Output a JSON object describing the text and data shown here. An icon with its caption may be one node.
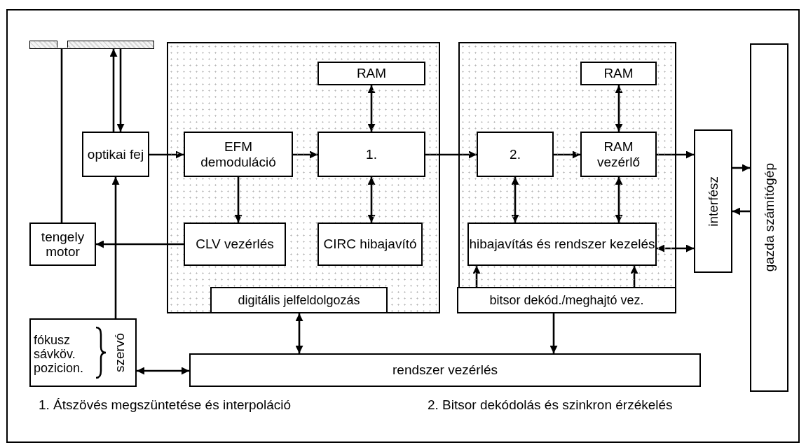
{
  "diagram": {
    "nodes": [
      {
        "text": [],
        "shape": "bar"
      },
      {
        "text": [
          "optikai fej"
        ]
      },
      {
        "text": [
          "tengely motor"
        ]
      },
      {
        "text": [
          "fókusz sávköv. pozicion.",
          "szervó"
        ]
      },
      {
        "text": [],
        "shape": "box"
      },
      {
        "text": [
          "EFM demoduláció"
        ],
        "in": 4
      },
      {
        "text": [
          "RAM"
        ],
        "in": 4
      },
      {
        "text": [
          "1."
        ],
        "in": 4
      },
      {
        "text": [
          "CLV vezérlés"
        ],
        "in": 4
      },
      {
        "text": [
          "CIRC hibajavító"
        ],
        "in": 4
      },
      {
        "text": [],
        "shape": "box"
      },
      {
        "text": [
          "2."
        ],
        "in": 10
      },
      {
        "text": [
          "RAM"
        ],
        "in": 10
      },
      {
        "text": [
          "RAM vezérlő"
        ],
        "in": 10
      },
      {
        "text": [
          "hibajavítás és rendszer kezelés"
        ],
        "in": 10
      },
      {
        "text": [
          "interfész"
        ]
      },
      {
        "text": [
          "gazda számítógép"
        ]
      },
      {
        "text": [
          "rendszer vezérlés"
        ]
      },
      {
        "text": [
          "digitális jelfeldolgozás"
        ],
        "in": 4
      },
      {
        "text": [
          "bitsor dekód./meghajtó vez."
        ],
        "in": 10
      }
    ],
    "edges": [
      {
        "from": 1,
        "to": 0,
        "arrow": "to"
      },
      {
        "from": 0,
        "to": 1,
        "arrow": "to"
      },
      {
        "from": 0,
        "to": 2,
        "arrow": "none"
      },
      {
        "from": 1,
        "to": 5,
        "arrow": "to"
      },
      {
        "from": 5,
        "to": 7,
        "arrow": "to"
      },
      {
        "from": 5,
        "to": 8,
        "arrow": "to"
      },
      {
        "from": 8,
        "to": 2,
        "arrow": "to"
      },
      {
        "from": 3,
        "to": 1,
        "arrow": "to"
      },
      {
        "from": 6,
        "to": 7,
        "arrow": "both"
      },
      {
        "from": 7,
        "to": 9,
        "arrow": "both"
      },
      {
        "from": 7,
        "to": 11,
        "arrow": "to"
      },
      {
        "from": 11,
        "to": 13,
        "arrow": "to"
      },
      {
        "from": 12,
        "to": 13,
        "arrow": "both"
      },
      {
        "from": 11,
        "to": 14,
        "arrow": "both"
      },
      {
        "from": 13,
        "to": 14,
        "arrow": "both"
      },
      {
        "from": 13,
        "to": 15,
        "arrow": "to"
      },
      {
        "from": 14,
        "to": 15,
        "arrow": "both"
      },
      {
        "from": 15,
        "to": 16,
        "arrow": "to"
      },
      {
        "from": 16,
        "to": 15,
        "arrow": "to"
      },
      {
        "from": 19,
        "to": 14,
        "arrow": "to"
      },
      {
        "from": 19,
        "to": 14,
        "arrow": "to"
      },
      {
        "from": 18,
        "to": 17,
        "arrow": "both"
      },
      {
        "from": 19,
        "to": 17,
        "arrow": "to"
      },
      {
        "from": 3,
        "to": 17,
        "arrow": "both"
      }
    ],
    "labels": [
      "1. Átszövés megszüntetése és interpoláció",
      "2. Bitsor dekódolás és szinkron érzékelés"
    ]
  }
}
